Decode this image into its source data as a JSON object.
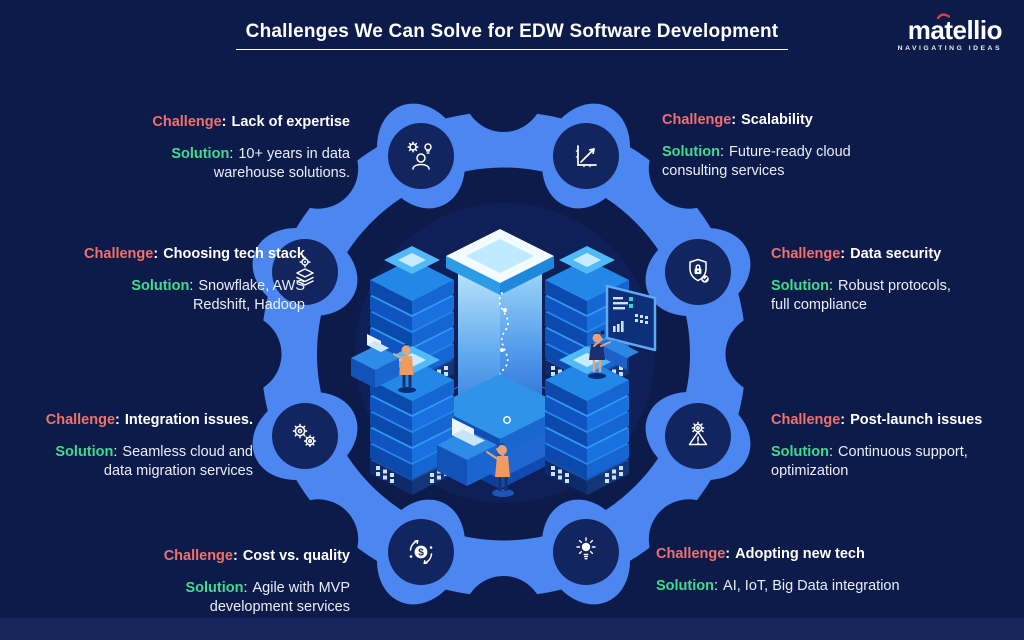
{
  "header": {
    "title": "Challenges We Can Solve for EDW Software Development",
    "logo": {
      "brand": "matellio",
      "tagline": "NAVIGATING IDEAS"
    }
  },
  "labels": {
    "challenge": "Challenge",
    "solution": "Solution",
    "colon": ":"
  },
  "icons": {
    "dollar": "$"
  },
  "colors": {
    "background": "#0D1B4B",
    "ring": "#4C86F1",
    "node_circle": "#13255E",
    "challenge_label": "#F2716C",
    "solution_label": "#3FDC8C",
    "logo_accent": "#E23C3C"
  },
  "items": [
    {
      "id": "expertise",
      "position": "top-left",
      "icon": "expert-person-icon",
      "challenge": "Lack of expertise",
      "solution_lines": [
        "10+ years in data",
        "warehouse solutions."
      ]
    },
    {
      "id": "scalability",
      "position": "top-right",
      "icon": "growth-chart-icon",
      "challenge": "Scalability",
      "solution_lines": [
        "Future-ready cloud",
        "consulting services"
      ]
    },
    {
      "id": "tech-stack",
      "position": "left",
      "icon": "layers-gear-icon",
      "challenge": "Choosing tech stack",
      "solution_lines": [
        "Snowflake, AWS",
        "Redshift, Hadoop"
      ]
    },
    {
      "id": "data-security",
      "position": "right",
      "icon": "shield-lock-icon",
      "challenge": "Data security",
      "solution_lines": [
        "Robust protocols,",
        "full compliance"
      ]
    },
    {
      "id": "integration",
      "position": "lower-left",
      "icon": "gears-icon",
      "challenge": "Integration issues.",
      "solution_lines": [
        "Seamless cloud and",
        "data migration services"
      ]
    },
    {
      "id": "post-launch",
      "position": "lower-right",
      "icon": "gear-warning-icon",
      "challenge": "Post-launch issues",
      "solution_lines": [
        "Continuous support,",
        "optimization"
      ]
    },
    {
      "id": "cost-quality",
      "position": "bottom-left",
      "icon": "dollar-cycle-icon",
      "challenge": "Cost vs. quality",
      "solution_lines": [
        "Agile with MVP",
        "development services"
      ]
    },
    {
      "id": "new-tech",
      "position": "bottom-right",
      "icon": "idea-bulb-icon",
      "challenge": "Adopting new tech",
      "solution_lines": [
        "AI, IoT, Big Data integration"
      ]
    }
  ]
}
